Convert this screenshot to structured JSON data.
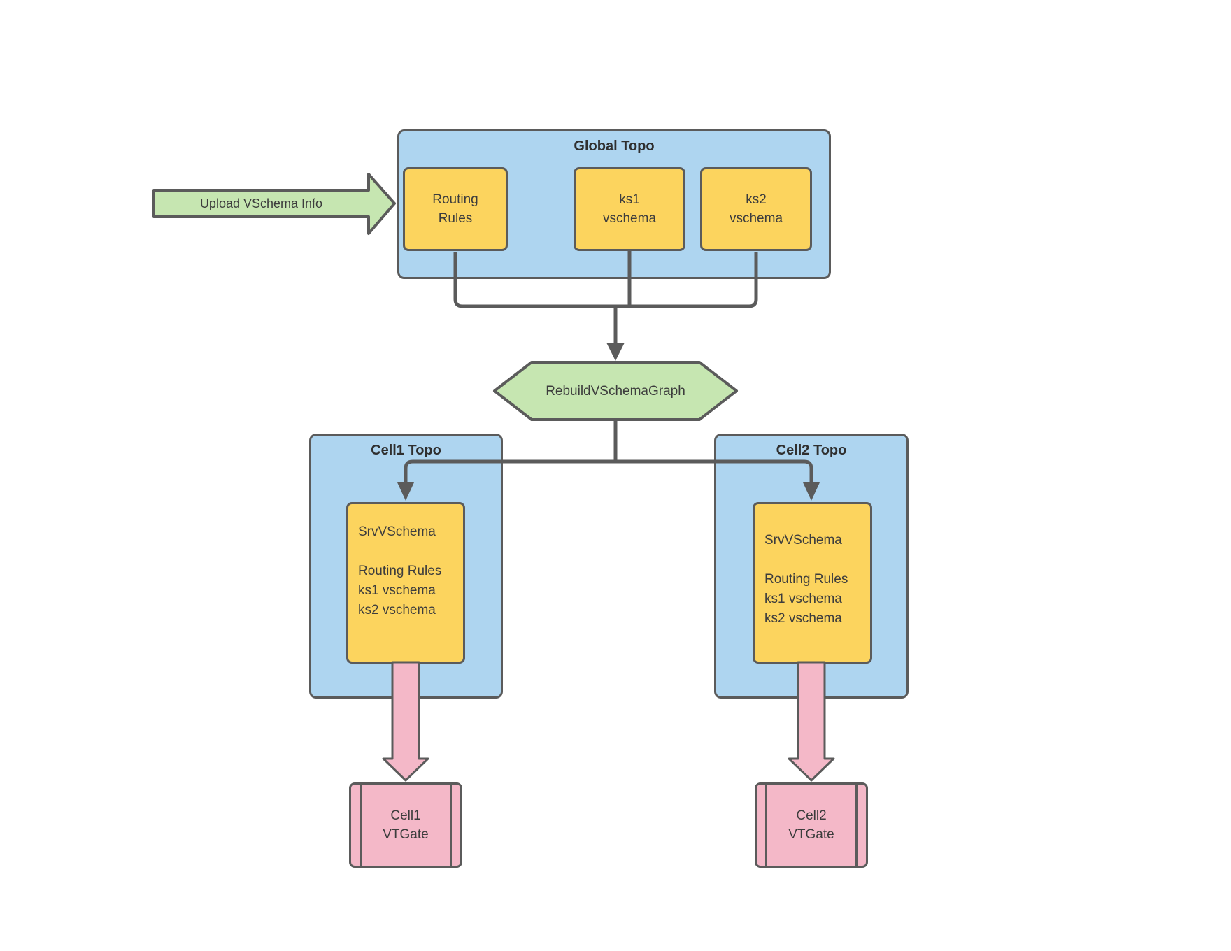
{
  "colors": {
    "container_fill": "#aed5f0",
    "node_fill": "#fcd45e",
    "accent_green": "#c6e6b1",
    "accent_pink": "#f4b8c8",
    "line_gray": "#5b5b5b",
    "text": "#3d3d3d"
  },
  "upload_arrow": {
    "label": "Upload VSchema Info"
  },
  "global_topo": {
    "title": "Global Topo",
    "routing_rules": {
      "line1": "Routing",
      "line2": "Rules"
    },
    "ks1": {
      "line1": "ks1",
      "line2": "vschema"
    },
    "ks2": {
      "line1": "ks2",
      "line2": "vschema"
    }
  },
  "rebuild": {
    "label": "RebuildVSchemaGraph"
  },
  "cell1": {
    "title": "Cell1 Topo",
    "srv_lines": [
      "SrvVSchema",
      "",
      "Routing Rules",
      "ks1 vschema",
      "ks2 vschema"
    ],
    "vtgate": {
      "line1": "Cell1",
      "line2": "VTGate"
    }
  },
  "cell2": {
    "title": "Cell2 Topo",
    "srv_lines": [
      "SrvVSchema",
      "",
      "Routing Rules",
      "ks1 vschema",
      "ks2 vschema"
    ],
    "vtgate": {
      "line1": "Cell2",
      "line2": "VTGate"
    }
  }
}
